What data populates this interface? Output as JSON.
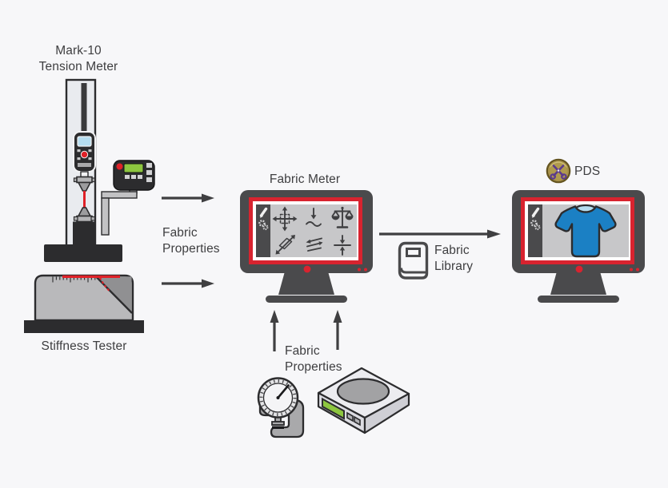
{
  "palette": {
    "background": "#f7f7f9",
    "text_ink": "#3e3e40",
    "outline": "#2c2c2e",
    "accent_red": "#d8232f",
    "sample_red": "#e02128",
    "monitor_bezel": "#4a4a4c",
    "screen_gray": "#c7c7c9",
    "display_green": "#8dc63f",
    "gauge_screen_blue": "#b5ddf0",
    "shirt_blue": "#1b80c4",
    "badge_gold": "#a8914a",
    "badge_purple": "#5b3a8e"
  },
  "devices": {
    "tension_meter": {
      "label_line1": "Mark-10",
      "label_line2": "Tension Meter"
    },
    "stiffness_tester": {
      "label": "Stiffness Tester"
    },
    "instruments": {
      "left": "thickness-gauge",
      "right": "digital-scale"
    }
  },
  "monitors": {
    "fabric_meter": {
      "title": "Fabric Meter",
      "sidebar_icons": [
        "pencil",
        "gears"
      ],
      "screen_icons": [
        "expand-arrows",
        "compression-arrow-wave",
        "balance-scale",
        "shear-diagonal-arrow",
        "drape-slip-lines",
        "thickness-gap-arrows"
      ]
    },
    "pds": {
      "title": "PDS",
      "badge_icon": "scissors-coin",
      "sidebar_icons": [
        "pencil",
        "gears"
      ],
      "screen_icon": "t-shirt"
    }
  },
  "connections": {
    "testers_to_meter": {
      "label_line1": "Fabric",
      "label_line2": "Properties"
    },
    "instruments_to_meter": {
      "label_line1": "Fabric",
      "label_line2": "Properties"
    },
    "meter_to_pds": {
      "label_line1": "Fabric",
      "label_line2": "Library",
      "icon": "book"
    }
  }
}
